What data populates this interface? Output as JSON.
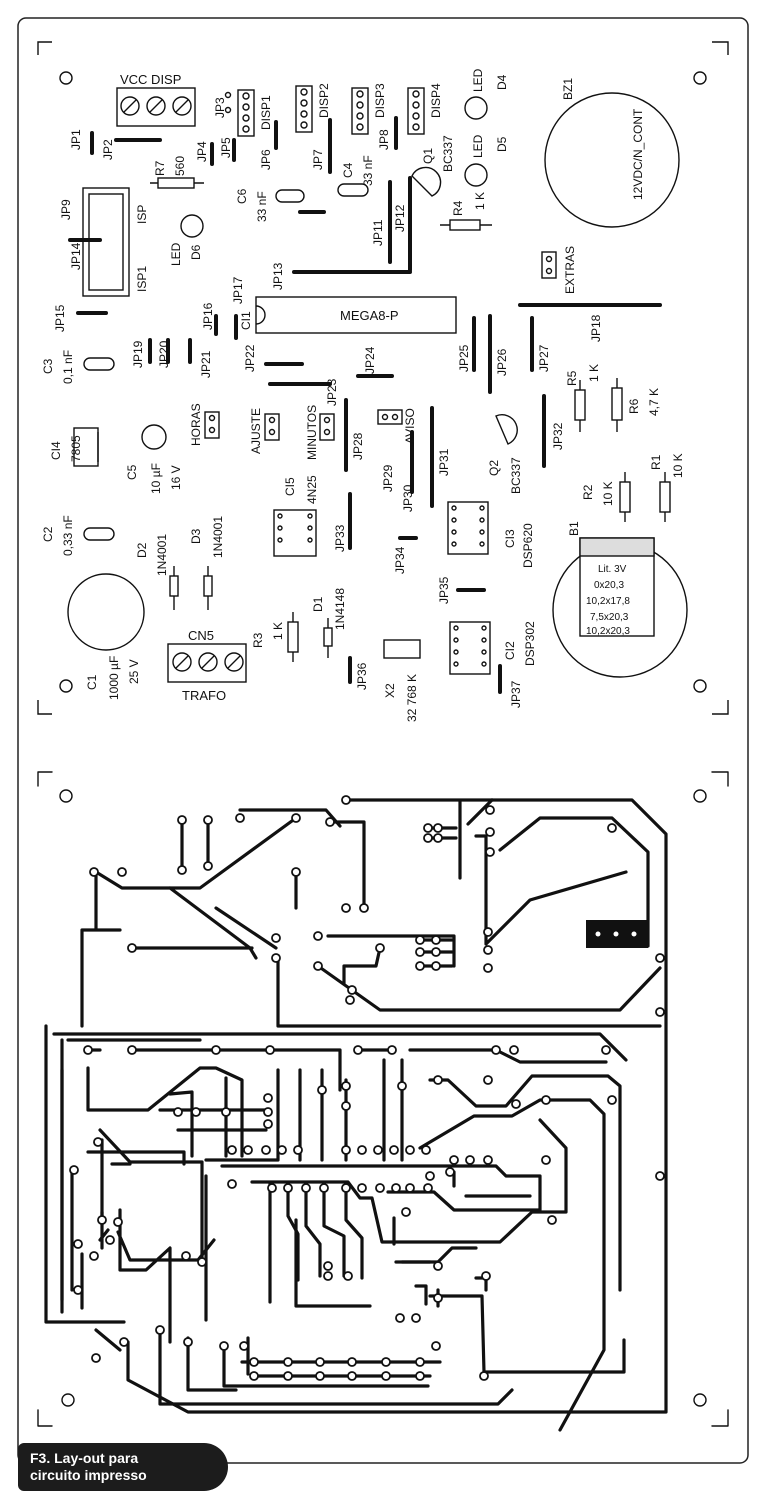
{
  "figure": {
    "caption_line1": "F3. Lay-out para",
    "caption_line2": "circuito impresso"
  },
  "labels": {
    "vcc_disp": "VCC DISP",
    "jp3": "JP3",
    "disp1": "DISP1",
    "disp2": "DISP2",
    "disp3": "DISP3",
    "disp4": "DISP4",
    "led": "LED",
    "d4": "D4",
    "d5": "D5",
    "bz1": "BZ1",
    "bz1_spec": "12VDC/N_CONT",
    "jp1": "JP1",
    "jp2": "JP2",
    "r7": "R7",
    "r7_val": "560",
    "jp4": "JP4",
    "jp5": "JP5",
    "jp6": "JP6",
    "jp7": "JP7",
    "jp8": "JP8",
    "q1": "Q1",
    "q1_type": "BC337",
    "c6": "C6",
    "c6_val": "33 nF",
    "c4": "C4",
    "c4_val": "33 nF",
    "jp9": "JP9",
    "isp": "ISP",
    "isp1": "ISP1",
    "jp14": "JP14",
    "led_d6": "LED",
    "d6": "D6",
    "r4": "R4",
    "r4_val": "1 K",
    "jp11": "JP11",
    "jp12": "JP12",
    "extras": "EXTRAS",
    "jp13": "JP13",
    "jp17": "JP17",
    "jp15": "JP15",
    "jp16": "JP16",
    "ci1": "CI1",
    "mega8": "MEGA8-P",
    "jp18": "JP18",
    "jp25": "JP25",
    "jp26": "JP26",
    "jp27": "JP27",
    "c3": "C3",
    "c3_val": "0,1 nF",
    "jp19": "JP19",
    "jp20": "JP20",
    "jp21": "JP21",
    "jp22": "JP22",
    "jp23": "JP23",
    "jp24": "JP24",
    "r5": "R5",
    "r5_val": "1 K",
    "r6": "R6",
    "r6_val": "4,7 K",
    "ci4": "CI4",
    "ci4_type": "7805",
    "horas": "HORAS",
    "ajuste": "AJUSTE",
    "minutos": "MINUTOS",
    "aviso": "AVISO",
    "jp28": "JP28",
    "jp29": "JP29",
    "jp30": "JP30",
    "jp31": "JP31",
    "jp32": "JP32",
    "q2": "Q2",
    "q2_type": "BC337",
    "r1": "R1",
    "r1_val": "10 K",
    "r2": "R2",
    "r2_val": "10 K",
    "c5": "C5",
    "c5_val1": "10 µF",
    "c5_val2": "16 V",
    "ci5": "CI5",
    "ci5_type": "4N25",
    "ci3": "CI3",
    "ci3_type": "DSP620",
    "b1": "B1",
    "b1_l1": "Lit. 3V",
    "b1_l2": "0x20,3",
    "b1_l3": "10,2x17,8",
    "b1_l4": "7,5x20,3",
    "b1_l5": "10,2x20,3",
    "c2": "C2",
    "c2_val": "0,33 nF",
    "d2": "D2",
    "d2_type": "1N4001",
    "d3": "D3",
    "d3_type": "1N4001",
    "jp33": "JP33",
    "jp34": "JP34",
    "jp35": "JP35",
    "d1": "D1",
    "d1_type": "1N4148",
    "cn5": "CN5",
    "r3": "R3",
    "r3_val": "1 K",
    "ci2": "CI2",
    "ci2_type": "DSP302",
    "c1": "C1",
    "c1_val1": "1000 µF",
    "c1_val2": "25 V",
    "trafo": "TRAFO",
    "jp36": "JP36",
    "x2": "X2",
    "x2_val": "32 768 K",
    "jp37": "JP37"
  },
  "colors": {
    "ink": "#111111",
    "paper": "#ffffff",
    "caption_bg": "#1c1c1c"
  }
}
